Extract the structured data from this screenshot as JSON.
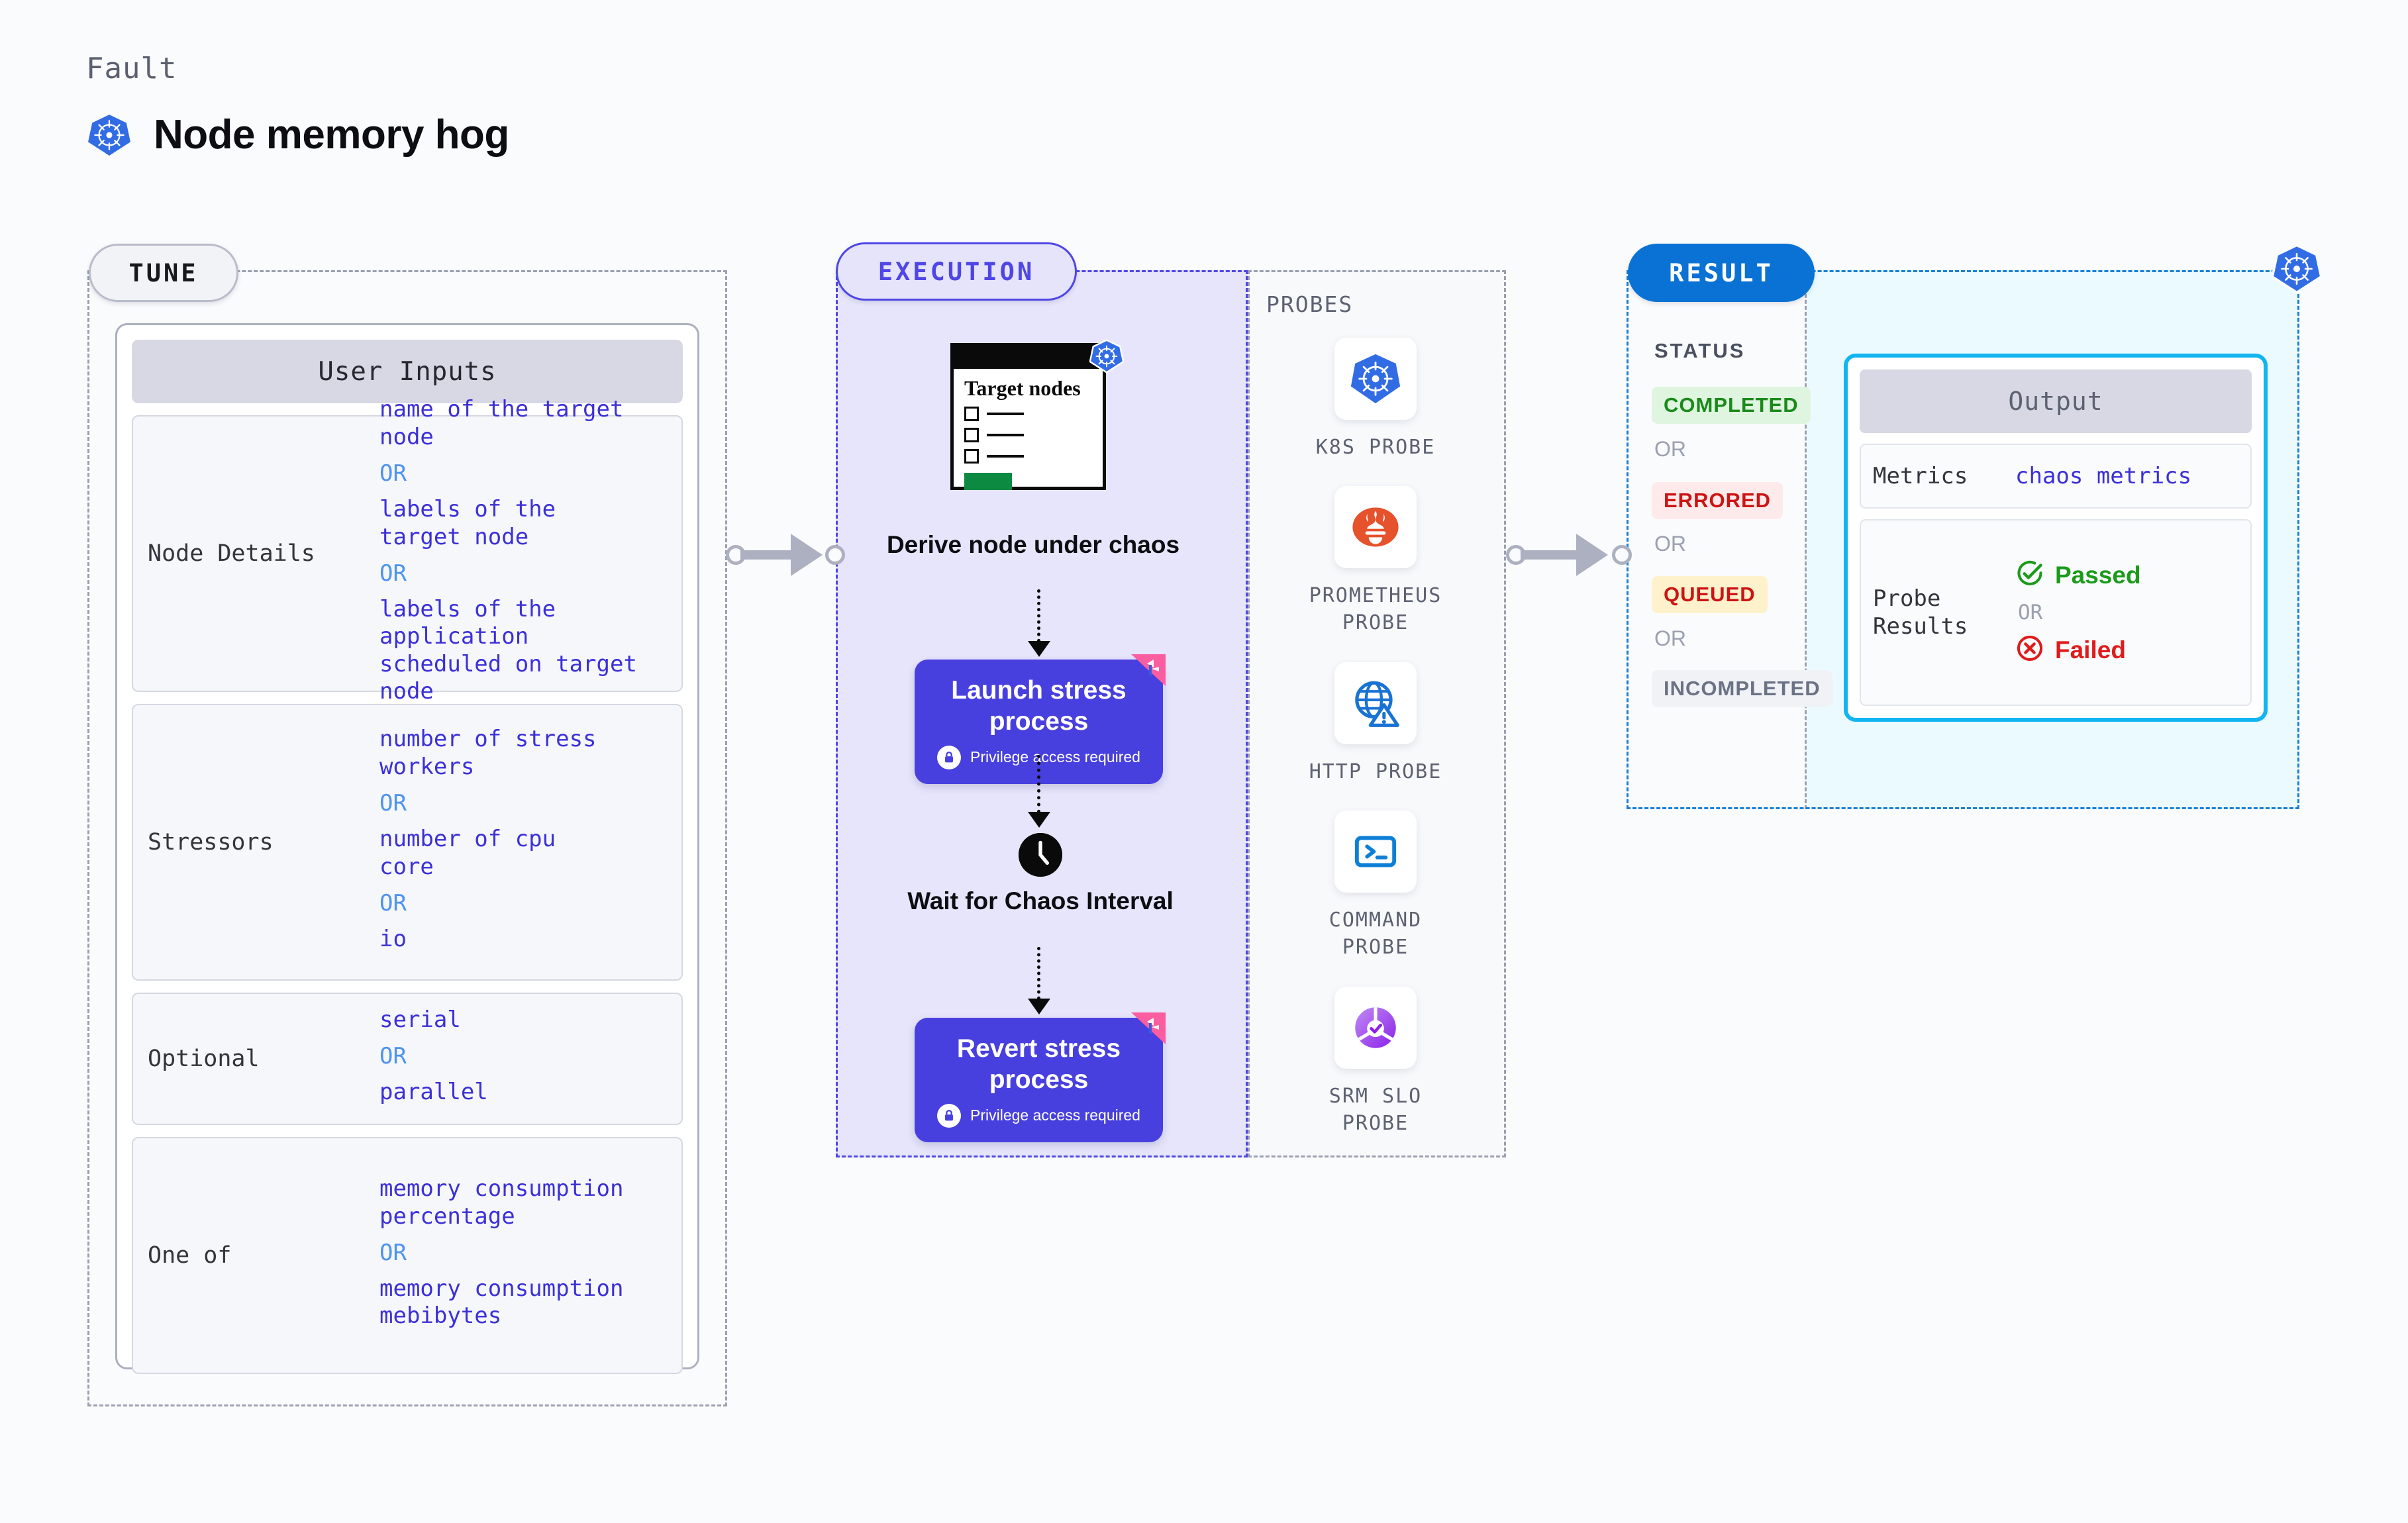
{
  "header": {
    "fault_label": "Fault",
    "fault_title": "Node memory hog",
    "icon": "kubernetes-icon"
  },
  "sections": {
    "tune": {
      "badge": "TUNE"
    },
    "execution": {
      "badge": "EXECUTION"
    },
    "result": {
      "badge": "RESULT"
    },
    "probes": {
      "title": "PROBES"
    }
  },
  "tune": {
    "card_title": "User Inputs",
    "groups": [
      {
        "label": "Node Details",
        "values": [
          "name of the target\nnode",
          "labels of the\ntarget node",
          "labels of the application\n scheduled on target node"
        ],
        "separator": "OR"
      },
      {
        "label": "Stressors",
        "values": [
          "number of stress\nworkers",
          "number of cpu\ncore",
          "io"
        ],
        "separator": "OR"
      },
      {
        "label": "Optional",
        "values": [
          "serial",
          "parallel"
        ],
        "separator": "OR"
      },
      {
        "label": "One of",
        "values": [
          "memory consumption\npercentage",
          "memory consumption\nmebibytes"
        ],
        "separator": "OR"
      }
    ]
  },
  "execution": {
    "target_card": {
      "title": "Target\nnodes",
      "badge_icon": "kubernetes-icon",
      "checkbox_count": 3,
      "button_color": "#0d8a42"
    },
    "derive_label": "Derive node under\nchaos",
    "launch_step": {
      "title": "Launch stress\nprocess",
      "subtitle": "Privilege access required",
      "icon": "lock-icon",
      "flag_icon": "chaos-flag-icon",
      "color": "#4840de"
    },
    "wait_step": {
      "label": "Wait for Chaos\nInterval",
      "icon": "clock-icon"
    },
    "revert_step": {
      "title": "Revert stress\nprocess",
      "subtitle": "Privilege access required",
      "icon": "lock-icon",
      "flag_icon": "chaos-flag-icon",
      "color": "#4840de"
    }
  },
  "probes": [
    {
      "label": "K8S PROBE",
      "icon": "kubernetes-icon"
    },
    {
      "label": "PROMETHEUS\nPROBE",
      "icon": "prometheus-icon"
    },
    {
      "label": "HTTP PROBE",
      "icon": "globe-warning-icon"
    },
    {
      "label": "COMMAND\nPROBE",
      "icon": "terminal-icon"
    },
    {
      "label": "SRM SLO\nPROBE",
      "icon": "slo-donut-check-icon"
    }
  ],
  "result": {
    "status_title": "STATUS",
    "separator": "OR",
    "statuses": [
      {
        "label": "COMPLETED",
        "text_color": "#1b8a1b",
        "bg_color": "#dff5e0"
      },
      {
        "label": "ERRORED",
        "text_color": "#cc1414",
        "bg_color": "#fdeaea"
      },
      {
        "label": "QUEUED",
        "text_color": "#cc1414",
        "bg_color": "#fdf2cb"
      },
      {
        "label": "INCOMPLETED",
        "text_color": "#6b7285",
        "bg_color": "#f1f2f6"
      }
    ],
    "k8s_badge_icon": "kubernetes-icon",
    "output": {
      "card_title": "Output",
      "metrics_label": "Metrics",
      "metrics_value": "chaos metrics",
      "probe_results_label": "Probe\nResults",
      "separator": "OR",
      "passed_label": "Passed",
      "passed_icon": "check-circle-icon",
      "passed_color": "#1b9b1b",
      "failed_label": "Failed",
      "failed_icon": "x-circle-icon",
      "failed_color": "#e01b1b"
    }
  },
  "connectors": {
    "tune_to_execution": "arrow-right",
    "execution_to_result": "arrow-right"
  }
}
